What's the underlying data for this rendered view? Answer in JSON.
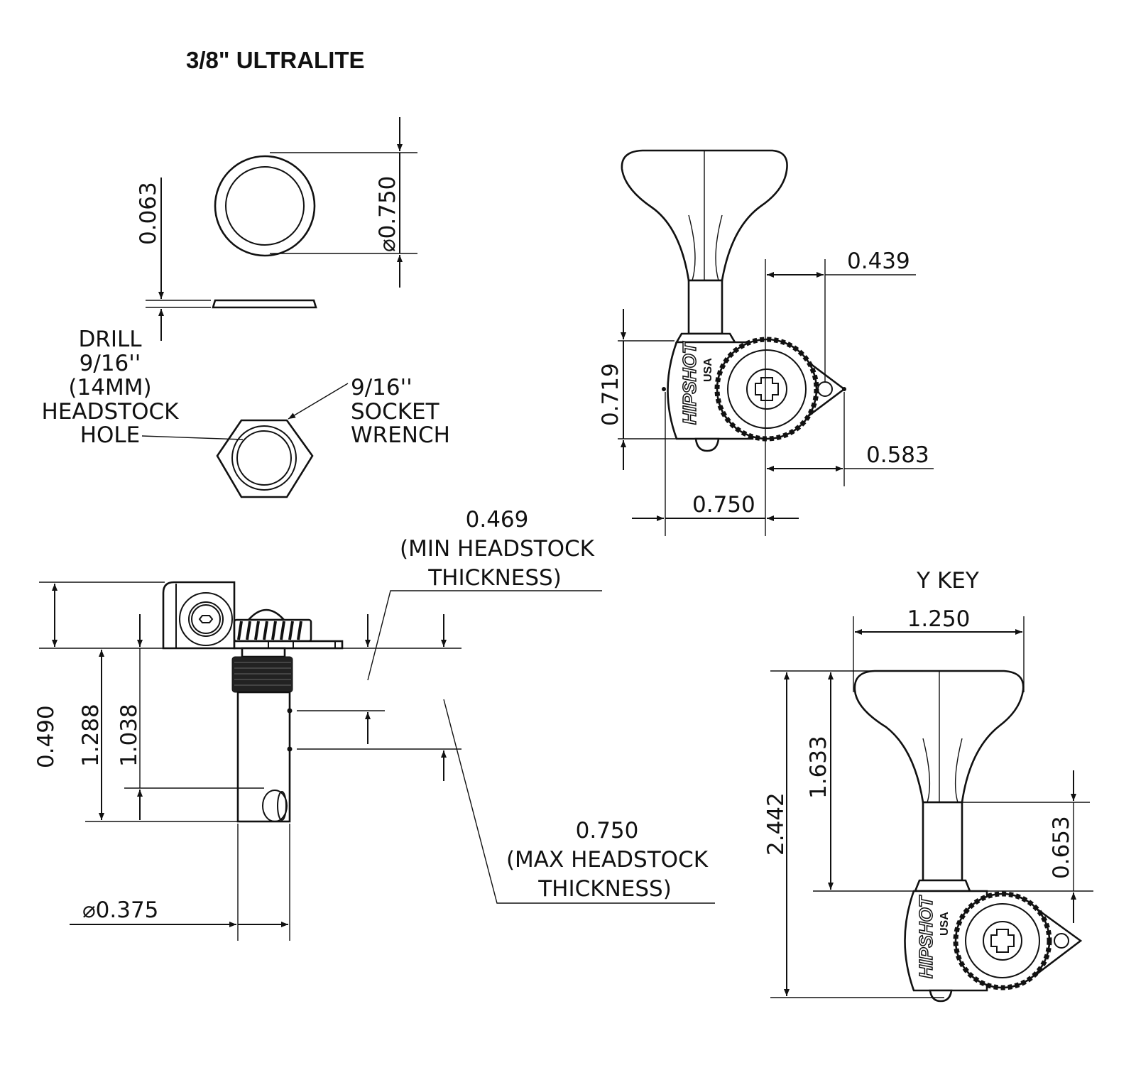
{
  "title": "3/8\" ULTRALITE",
  "washer": {
    "thickness": "0.063",
    "diameter": "⌀0.750"
  },
  "drill_note": [
    "DRILL",
    "9/16''",
    "(14MM)",
    "HEADSTOCK",
    "HOLE"
  ],
  "socket_note": [
    "9/16''",
    "SOCKET",
    "WRENCH"
  ],
  "top_view": {
    "dim_a": "0.439",
    "dim_b": "0.719",
    "dim_c": "0.583",
    "dim_d": "0.750",
    "logo": "HIPSHOT USA"
  },
  "side_view": {
    "dim_top": "0.490",
    "dim_post": "1.288",
    "dim_slot": "1.038",
    "dim_dia": "⌀0.375",
    "min_note": [
      "0.469",
      "(MIN HEADSTOCK",
      "THICKNESS)"
    ],
    "max_note": [
      "0.750",
      "(MAX HEADSTOCK",
      "THICKNESS)"
    ]
  },
  "y_key": {
    "label": "Y KEY",
    "width": "1.250",
    "height_total": "2.442",
    "height_key": "1.633",
    "height_post": "0.653"
  }
}
